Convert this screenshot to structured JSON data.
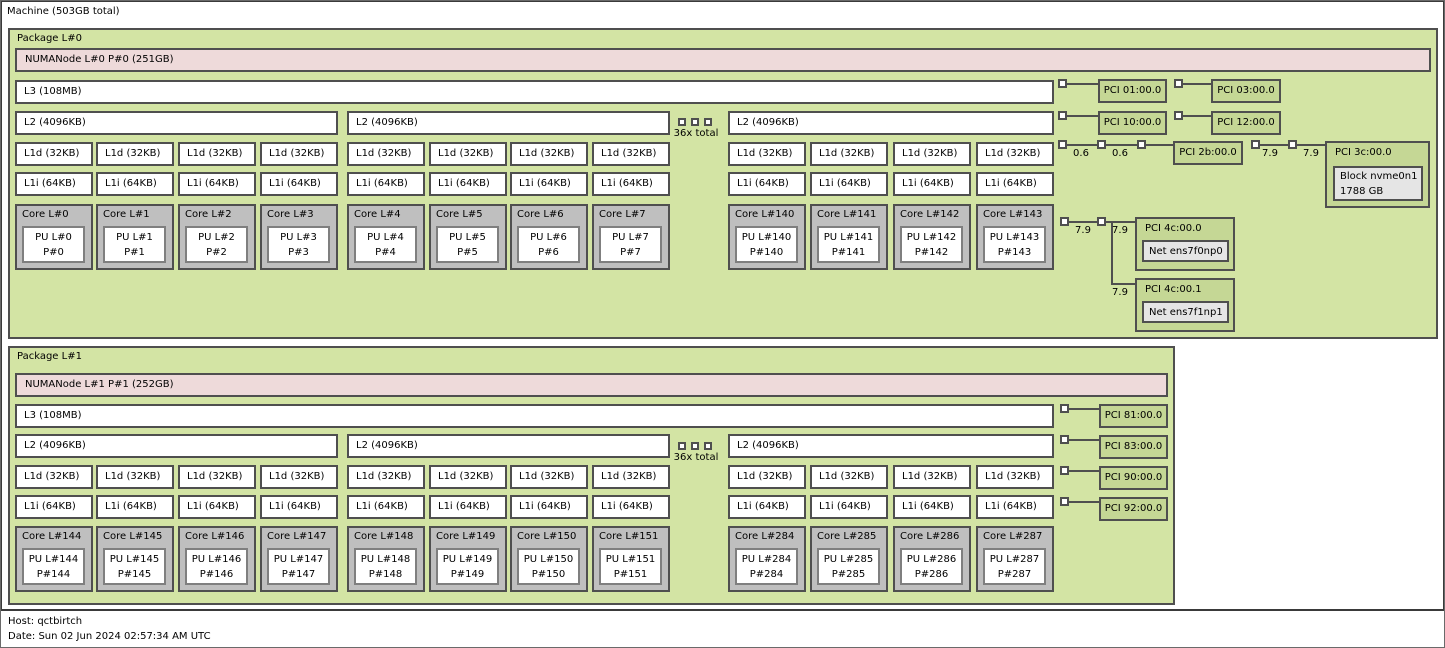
{
  "machine": {
    "label": "Machine (503GB total)"
  },
  "legend": {
    "host": "Host: qctbirtch",
    "date": "Date: Sun 02 Jun 2024 02:57:34 AM UTC"
  },
  "colors": {
    "package_green": "#d3e4a4",
    "pci_green": "#c5d795",
    "numa_pink": "#eedada",
    "core_gray": "#bfbfbf",
    "device_gray": "#e5e5e5",
    "cache_white": "#ffffff"
  },
  "p0": {
    "label": "Package L#0",
    "numa": "NUMANode L#0 P#0 (251GB)",
    "l3": "L3 (108MB)",
    "l2": [
      "L2 (4096KB)",
      "L2 (4096KB)",
      "L2 (4096KB)"
    ],
    "ellipsis": "36x total",
    "core_groups": [
      [
        {
          "l1d": "L1d (32KB)",
          "l1i": "L1i (64KB)",
          "core": "Core L#0",
          "pu1": "PU L#0",
          "pu2": "P#0"
        },
        {
          "l1d": "L1d (32KB)",
          "l1i": "L1i (64KB)",
          "core": "Core L#1",
          "pu1": "PU L#1",
          "pu2": "P#1"
        },
        {
          "l1d": "L1d (32KB)",
          "l1i": "L1i (64KB)",
          "core": "Core L#2",
          "pu1": "PU L#2",
          "pu2": "P#2"
        },
        {
          "l1d": "L1d (32KB)",
          "l1i": "L1i (64KB)",
          "core": "Core L#3",
          "pu1": "PU L#3",
          "pu2": "P#3"
        }
      ],
      [
        {
          "l1d": "L1d (32KB)",
          "l1i": "L1i (64KB)",
          "core": "Core L#4",
          "pu1": "PU L#4",
          "pu2": "P#4"
        },
        {
          "l1d": "L1d (32KB)",
          "l1i": "L1i (64KB)",
          "core": "Core L#5",
          "pu1": "PU L#5",
          "pu2": "P#5"
        },
        {
          "l1d": "L1d (32KB)",
          "l1i": "L1i (64KB)",
          "core": "Core L#6",
          "pu1": "PU L#6",
          "pu2": "P#6"
        },
        {
          "l1d": "L1d (32KB)",
          "l1i": "L1i (64KB)",
          "core": "Core L#7",
          "pu1": "PU L#7",
          "pu2": "P#7"
        }
      ],
      [
        {
          "l1d": "L1d (32KB)",
          "l1i": "L1i (64KB)",
          "core": "Core L#140",
          "pu1": "PU L#140",
          "pu2": "P#140"
        },
        {
          "l1d": "L1d (32KB)",
          "l1i": "L1i (64KB)",
          "core": "Core L#141",
          "pu1": "PU L#141",
          "pu2": "P#141"
        },
        {
          "l1d": "L1d (32KB)",
          "l1i": "L1i (64KB)",
          "core": "Core L#142",
          "pu1": "PU L#142",
          "pu2": "P#142"
        },
        {
          "l1d": "L1d (32KB)",
          "l1i": "L1i (64KB)",
          "core": "Core L#143",
          "pu1": "PU L#143",
          "pu2": "P#143"
        }
      ]
    ],
    "pci": {
      "d01": "PCI 01:00.0",
      "d03": "PCI 03:00.0",
      "d10": "PCI 10:00.0",
      "d12": "PCI 12:00.0",
      "d2b": "PCI 2b:00.0",
      "d3c": "PCI 3c:00.0",
      "block_name": "Block nvme0n1",
      "block_size": "1788 GB",
      "d4c0": "PCI 4c:00.0",
      "net0": "Net ens7f0np0",
      "d4c1": "PCI 4c:00.1",
      "net1": "Net ens7f1np1",
      "speeds": {
        "a": "0.6",
        "b": "0.6",
        "c": "7.9",
        "d": "7.9",
        "e": "7.9",
        "f": "7.9",
        "g": "7.9"
      }
    }
  },
  "p1": {
    "label": "Package L#1",
    "numa": "NUMANode L#1 P#1 (252GB)",
    "l3": "L3 (108MB)",
    "l2": [
      "L2 (4096KB)",
      "L2 (4096KB)",
      "L2 (4096KB)"
    ],
    "ellipsis": "36x total",
    "core_groups": [
      [
        {
          "l1d": "L1d (32KB)",
          "l1i": "L1i (64KB)",
          "core": "Core L#144",
          "pu1": "PU L#144",
          "pu2": "P#144"
        },
        {
          "l1d": "L1d (32KB)",
          "l1i": "L1i (64KB)",
          "core": "Core L#145",
          "pu1": "PU L#145",
          "pu2": "P#145"
        },
        {
          "l1d": "L1d (32KB)",
          "l1i": "L1i (64KB)",
          "core": "Core L#146",
          "pu1": "PU L#146",
          "pu2": "P#146"
        },
        {
          "l1d": "L1d (32KB)",
          "l1i": "L1i (64KB)",
          "core": "Core L#147",
          "pu1": "PU L#147",
          "pu2": "P#147"
        }
      ],
      [
        {
          "l1d": "L1d (32KB)",
          "l1i": "L1i (64KB)",
          "core": "Core L#148",
          "pu1": "PU L#148",
          "pu2": "P#148"
        },
        {
          "l1d": "L1d (32KB)",
          "l1i": "L1i (64KB)",
          "core": "Core L#149",
          "pu1": "PU L#149",
          "pu2": "P#149"
        },
        {
          "l1d": "L1d (32KB)",
          "l1i": "L1i (64KB)",
          "core": "Core L#150",
          "pu1": "PU L#150",
          "pu2": "P#150"
        },
        {
          "l1d": "L1d (32KB)",
          "l1i": "L1i (64KB)",
          "core": "Core L#151",
          "pu1": "PU L#151",
          "pu2": "P#151"
        }
      ],
      [
        {
          "l1d": "L1d (32KB)",
          "l1i": "L1i (64KB)",
          "core": "Core L#284",
          "pu1": "PU L#284",
          "pu2": "P#284"
        },
        {
          "l1d": "L1d (32KB)",
          "l1i": "L1i (64KB)",
          "core": "Core L#285",
          "pu1": "PU L#285",
          "pu2": "P#285"
        },
        {
          "l1d": "L1d (32KB)",
          "l1i": "L1i (64KB)",
          "core": "Core L#286",
          "pu1": "PU L#286",
          "pu2": "P#286"
        },
        {
          "l1d": "L1d (32KB)",
          "l1i": "L1i (64KB)",
          "core": "Core L#287",
          "pu1": "PU L#287",
          "pu2": "P#287"
        }
      ]
    ],
    "pci": {
      "d81": "PCI 81:00.0",
      "d83": "PCI 83:00.0",
      "d90": "PCI 90:00.0",
      "d92": "PCI 92:00.0"
    }
  }
}
